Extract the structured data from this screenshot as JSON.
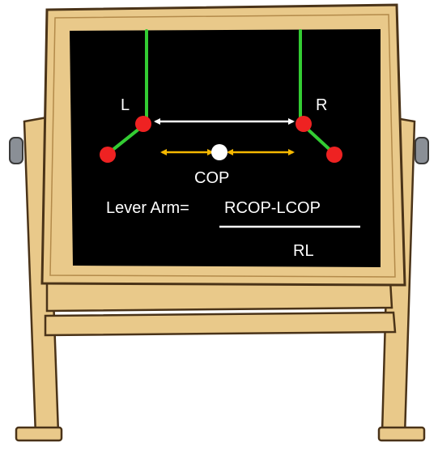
{
  "labels": {
    "left_point": "L",
    "right_point": "R",
    "center_of_pressure": "COP",
    "lever_arm_prefix": "Lever Arm= ",
    "numerator": "RCOP-LCOP",
    "denominator": "RL"
  },
  "colors": {
    "board": "#000000",
    "frame_wood": "#e9c98a",
    "frame_outline": "#4a3318",
    "segment_green": "#33cc33",
    "marker_red": "#ee2222",
    "arrow_white": "#ffffff",
    "arrow_orange": "#f5b800",
    "cop_marker": "#ffffff",
    "text": "#ffffff"
  },
  "icons": {
    "stand": "chalkboard-easel",
    "markers": "filled-circle",
    "arrows": "double-headed-arrow"
  }
}
